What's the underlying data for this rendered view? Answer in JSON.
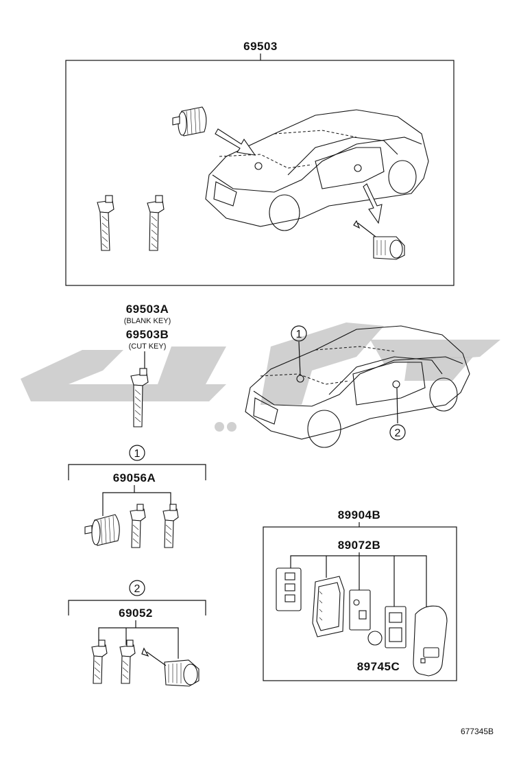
{
  "top_assembly": {
    "part_no": "69503"
  },
  "key_set": {
    "part_a": "69503A",
    "note_a": "(BLANK KEY)",
    "part_b": "69503B",
    "note_b": "(CUT KEY)"
  },
  "group_1": {
    "marker": "1",
    "part_no": "69056A"
  },
  "group_2": {
    "marker": "2",
    "part_no": "69052"
  },
  "car_markers": {
    "marker_1": "1",
    "marker_2": "2"
  },
  "remote": {
    "assembly_part_no": "89904B",
    "sub_part_no": "89072B",
    "battery_part_no": "89745C"
  },
  "footer": {
    "drawing_ref": "677345B"
  },
  "colors": {
    "line": "#111111",
    "watermark": "#c8c8c8",
    "background": "#ffffff"
  }
}
